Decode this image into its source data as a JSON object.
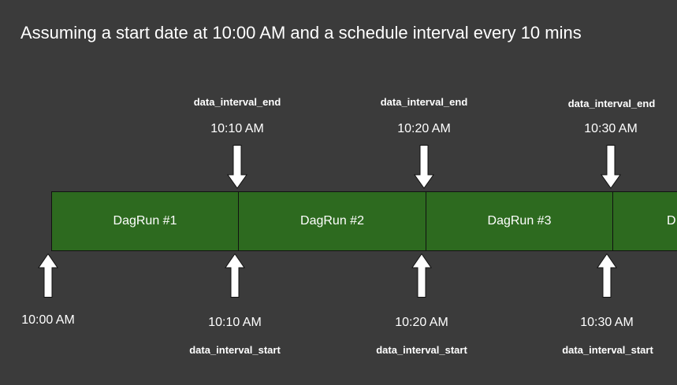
{
  "title": "Assuming a start date at 10:00 AM and a schedule interval every 10 mins",
  "dagruns": [
    {
      "label": "DagRun #1"
    },
    {
      "label": "DagRun #2"
    },
    {
      "label": "DagRun #3"
    },
    {
      "label": "D"
    }
  ],
  "top_markers": [
    {
      "label": "data_interval_end",
      "time": "10:10 AM"
    },
    {
      "label": "data_interval_end",
      "time": "10:20 AM"
    },
    {
      "label": "data_interval_end",
      "time": "10:30 AM"
    }
  ],
  "start_marker": {
    "time": "10:00 AM"
  },
  "bottom_markers": [
    {
      "label": "data_interval_start",
      "time": "10:10 AM"
    },
    {
      "label": "data_interval_start",
      "time": "10:20 AM"
    },
    {
      "label": "data_interval_start",
      "time": "10:30 AM"
    }
  ],
  "colors": {
    "background": "#3b3b3b",
    "segment_fill": "#2d6a1f",
    "arrow_fill": "#ffffff",
    "arrow_stroke": "#111111"
  }
}
